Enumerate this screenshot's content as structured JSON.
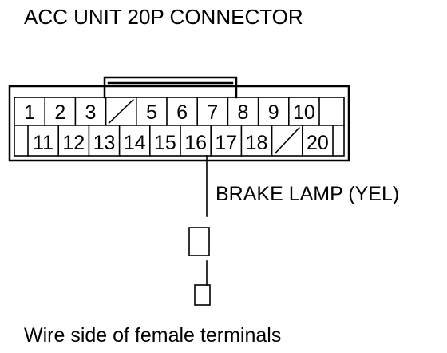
{
  "title": "ACC UNIT 20P CONNECTOR",
  "wire_label": "BRAKE LAMP (YEL)",
  "caption": "Wire side of female terminals",
  "connector": {
    "top_row": [
      {
        "label": "1",
        "empty": false
      },
      {
        "label": "2",
        "empty": false
      },
      {
        "label": "3",
        "empty": false
      },
      {
        "label": "",
        "empty": true
      },
      {
        "label": "5",
        "empty": false
      },
      {
        "label": "6",
        "empty": false
      },
      {
        "label": "7",
        "empty": false
      },
      {
        "label": "8",
        "empty": false
      },
      {
        "label": "9",
        "empty": false
      },
      {
        "label": "10",
        "empty": false
      }
    ],
    "bottom_row": [
      {
        "label": "11",
        "empty": false
      },
      {
        "label": "12",
        "empty": false
      },
      {
        "label": "13",
        "empty": false
      },
      {
        "label": "14",
        "empty": false
      },
      {
        "label": "15",
        "empty": false
      },
      {
        "label": "16",
        "empty": false
      },
      {
        "label": "17",
        "empty": false
      },
      {
        "label": "18",
        "empty": false
      },
      {
        "label": "",
        "empty": true
      },
      {
        "label": "20",
        "empty": false
      }
    ],
    "wired_terminal": "16"
  }
}
